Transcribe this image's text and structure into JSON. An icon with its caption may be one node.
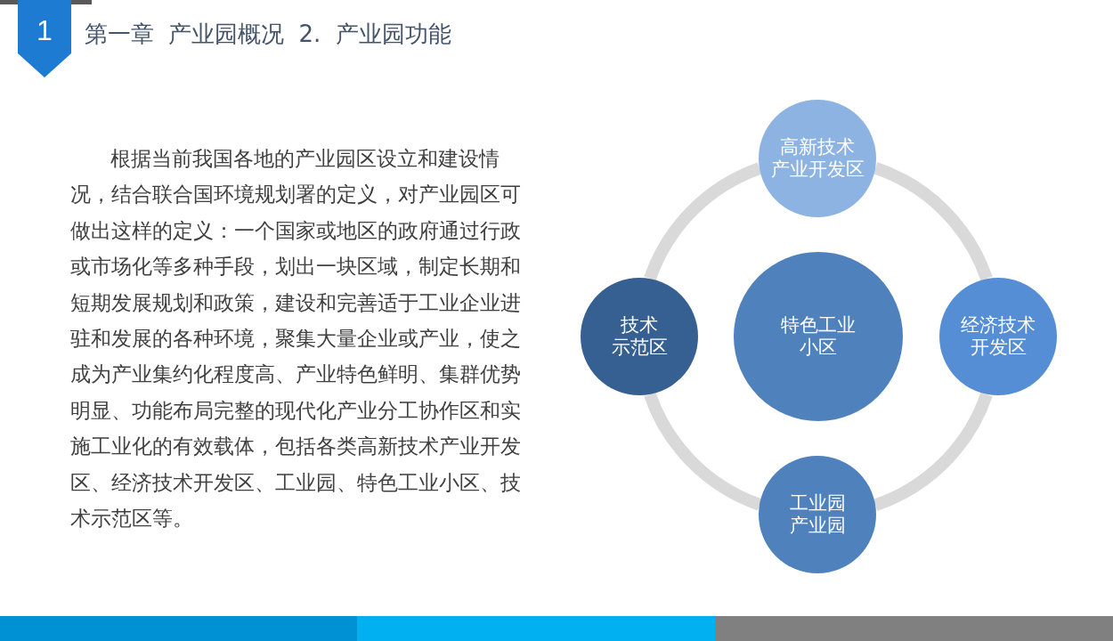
{
  "diagram": {
    "title": "第一章 产业园概况 2. 产业园功能",
    "nodes": [
      {
        "text": [
          "1"
        ]
      },
      {
        "text": [
          "高新技术产业开发区"
        ]
      },
      {
        "text": [
          "技术示范区"
        ]
      },
      {
        "text": [
          "特色工业小区"
        ]
      },
      {
        "text": [
          "经济技术开发区"
        ]
      },
      {
        "text": [
          "工业园产业园"
        ]
      }
    ],
    "edges": [
      {
        "from": 1,
        "to": 4,
        "arrow": "none"
      },
      {
        "from": 4,
        "to": 5,
        "arrow": "none"
      },
      {
        "from": 5,
        "to": 2,
        "arrow": "none"
      },
      {
        "from": 2,
        "to": 1,
        "arrow": "none"
      }
    ],
    "labels": [
      "根据当前我国各地的产业园区设立和建设情况，结合联合国环境规划署的定义，对产业园区可做出这样的定义：一个国家或地区的政府通过行政或市场化等多种手段，划出一块区域，制定长期和短期发展规划和政策，建设和完善适于工业企业进驻和发展的各种环境，聚集大量企业或产业，使之成为产业集约化程度高、产业特色鲜明、集群优势明显、功能布局完整的现代化产业分工协作区和实施工业化的有效载体，包括各类高新技术产业开发区、经济技术开发区、工业园、特色工业小区、技术示范区等。"
    ]
  }
}
